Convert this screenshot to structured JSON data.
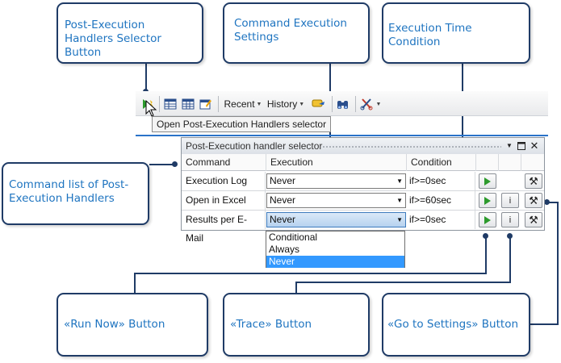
{
  "callouts": {
    "handlers_selector": "Post-Execution Handlers Selector Button",
    "command_settings": "Command Execution Settings",
    "execution_time": "Execution Time Condition",
    "command_list": "Command list of Post-Execution Handlers",
    "run_now": "«Run Now» Button",
    "trace": "«Trace» Button",
    "go_to_settings": "«Go to Settings» Button"
  },
  "toolbar": {
    "recent_label": "Recent",
    "history_label": "History",
    "tooltip": "Open Post-Execution Handlers selector",
    "icons": [
      "post-exec-handlers-icon",
      "table-view-icon",
      "table-grid-icon",
      "table-edit-icon",
      "history-hand-icon",
      "binoculars-icon",
      "scissors-icon"
    ]
  },
  "panel": {
    "title": "Post-Execution handler selector",
    "columns": {
      "command": "Command",
      "execution": "Execution",
      "condition": "Condition"
    },
    "rows": [
      {
        "command": "Execution Log",
        "execution": "Never",
        "condition": "if>=0sec"
      },
      {
        "command": "Open in Excel",
        "execution": "Never",
        "condition": "if>=60sec"
      },
      {
        "command": "Results per E-Mail",
        "execution": "Never",
        "condition": "if>=0sec"
      }
    ],
    "trace_label": "i",
    "dropdown_options": [
      "Conditional",
      "Always",
      "Never"
    ],
    "dropdown_selected": "Never"
  },
  "colors": {
    "callout_text": "#1e74c0",
    "callout_border": "#1f3b66",
    "accent_line": "#2a73c9",
    "selection": "#3399ff",
    "run_icon": "#2c9a2c"
  }
}
